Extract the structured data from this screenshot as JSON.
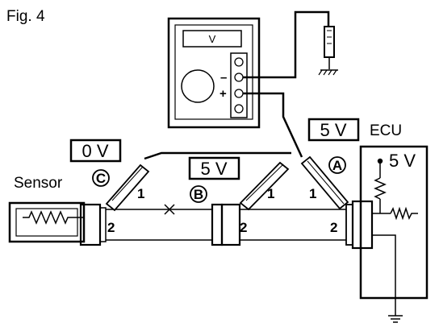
{
  "figure": {
    "title": "Fig. 4"
  },
  "meter": {
    "display": "V",
    "minus": "–",
    "plus": "+"
  },
  "labels": {
    "sensor": "Sensor",
    "ecu": "ECU",
    "ecu_supply": "5 V"
  },
  "readings": {
    "c": "0 V",
    "b": "5 V",
    "a": "5 V"
  },
  "points": {
    "a": "A",
    "b": "B",
    "c": "C"
  },
  "pins": {
    "sensor_side": "2",
    "mid_pin1": "1",
    "mid_pin2": "2",
    "left_pin1": "1",
    "ecu_pin1": "1",
    "ecu_pin2": "2"
  },
  "colors": {
    "ink": "#000000",
    "paper": "#ffffff"
  }
}
